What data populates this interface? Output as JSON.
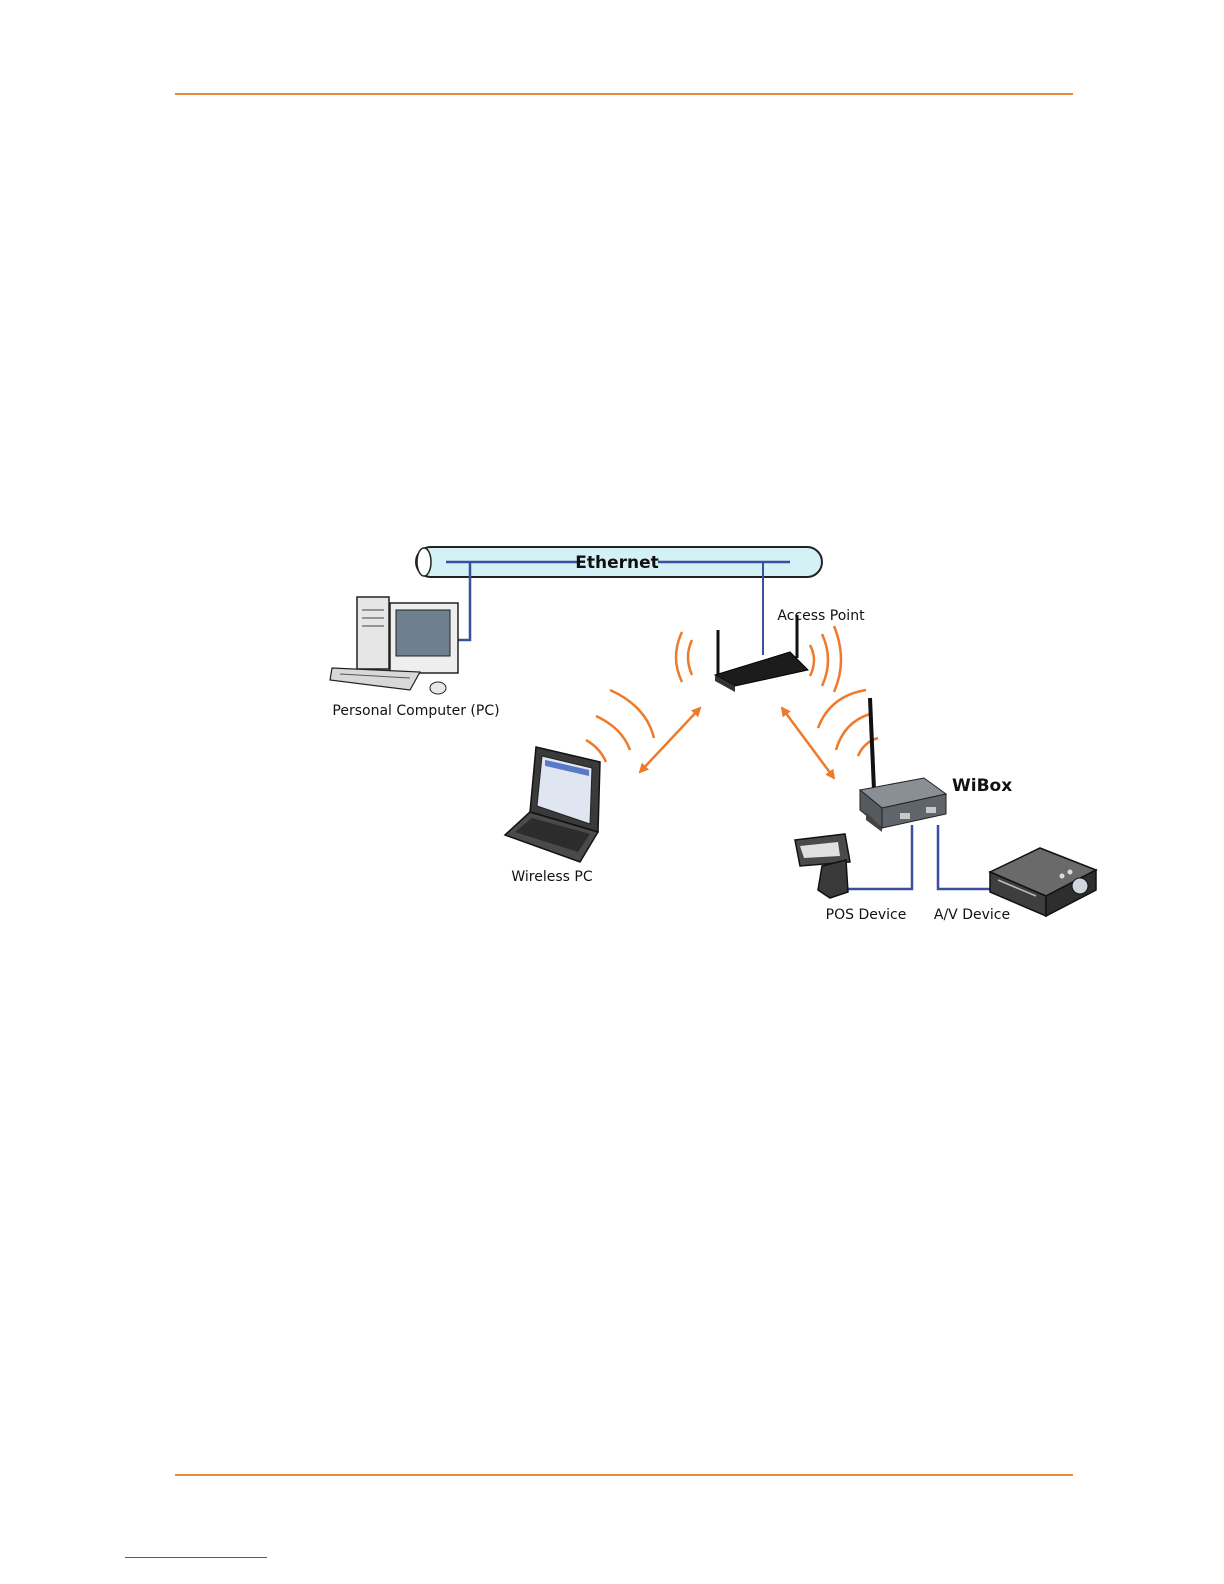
{
  "colors": {
    "accent_rule": "#e88a3c",
    "link_underline": "#3a55c8",
    "ethernet_pipe_fill": "#d4f1f6",
    "cable": "#3a4fa0",
    "wireless_signal": "#ee7a2a"
  },
  "diagram": {
    "ethernet_label": "Ethernet",
    "nodes": {
      "access_point": "Access Point",
      "personal_computer": "Personal Computer (PC)",
      "wireless_pc": "Wireless PC",
      "wibox": "WiBox",
      "pos_device": "POS Device",
      "av_device": "A/V Device"
    },
    "icons": [
      "desktop-computer-icon",
      "router-icon",
      "laptop-icon",
      "wibox-server-icon",
      "barcode-scanner-icon",
      "projector-icon"
    ]
  }
}
